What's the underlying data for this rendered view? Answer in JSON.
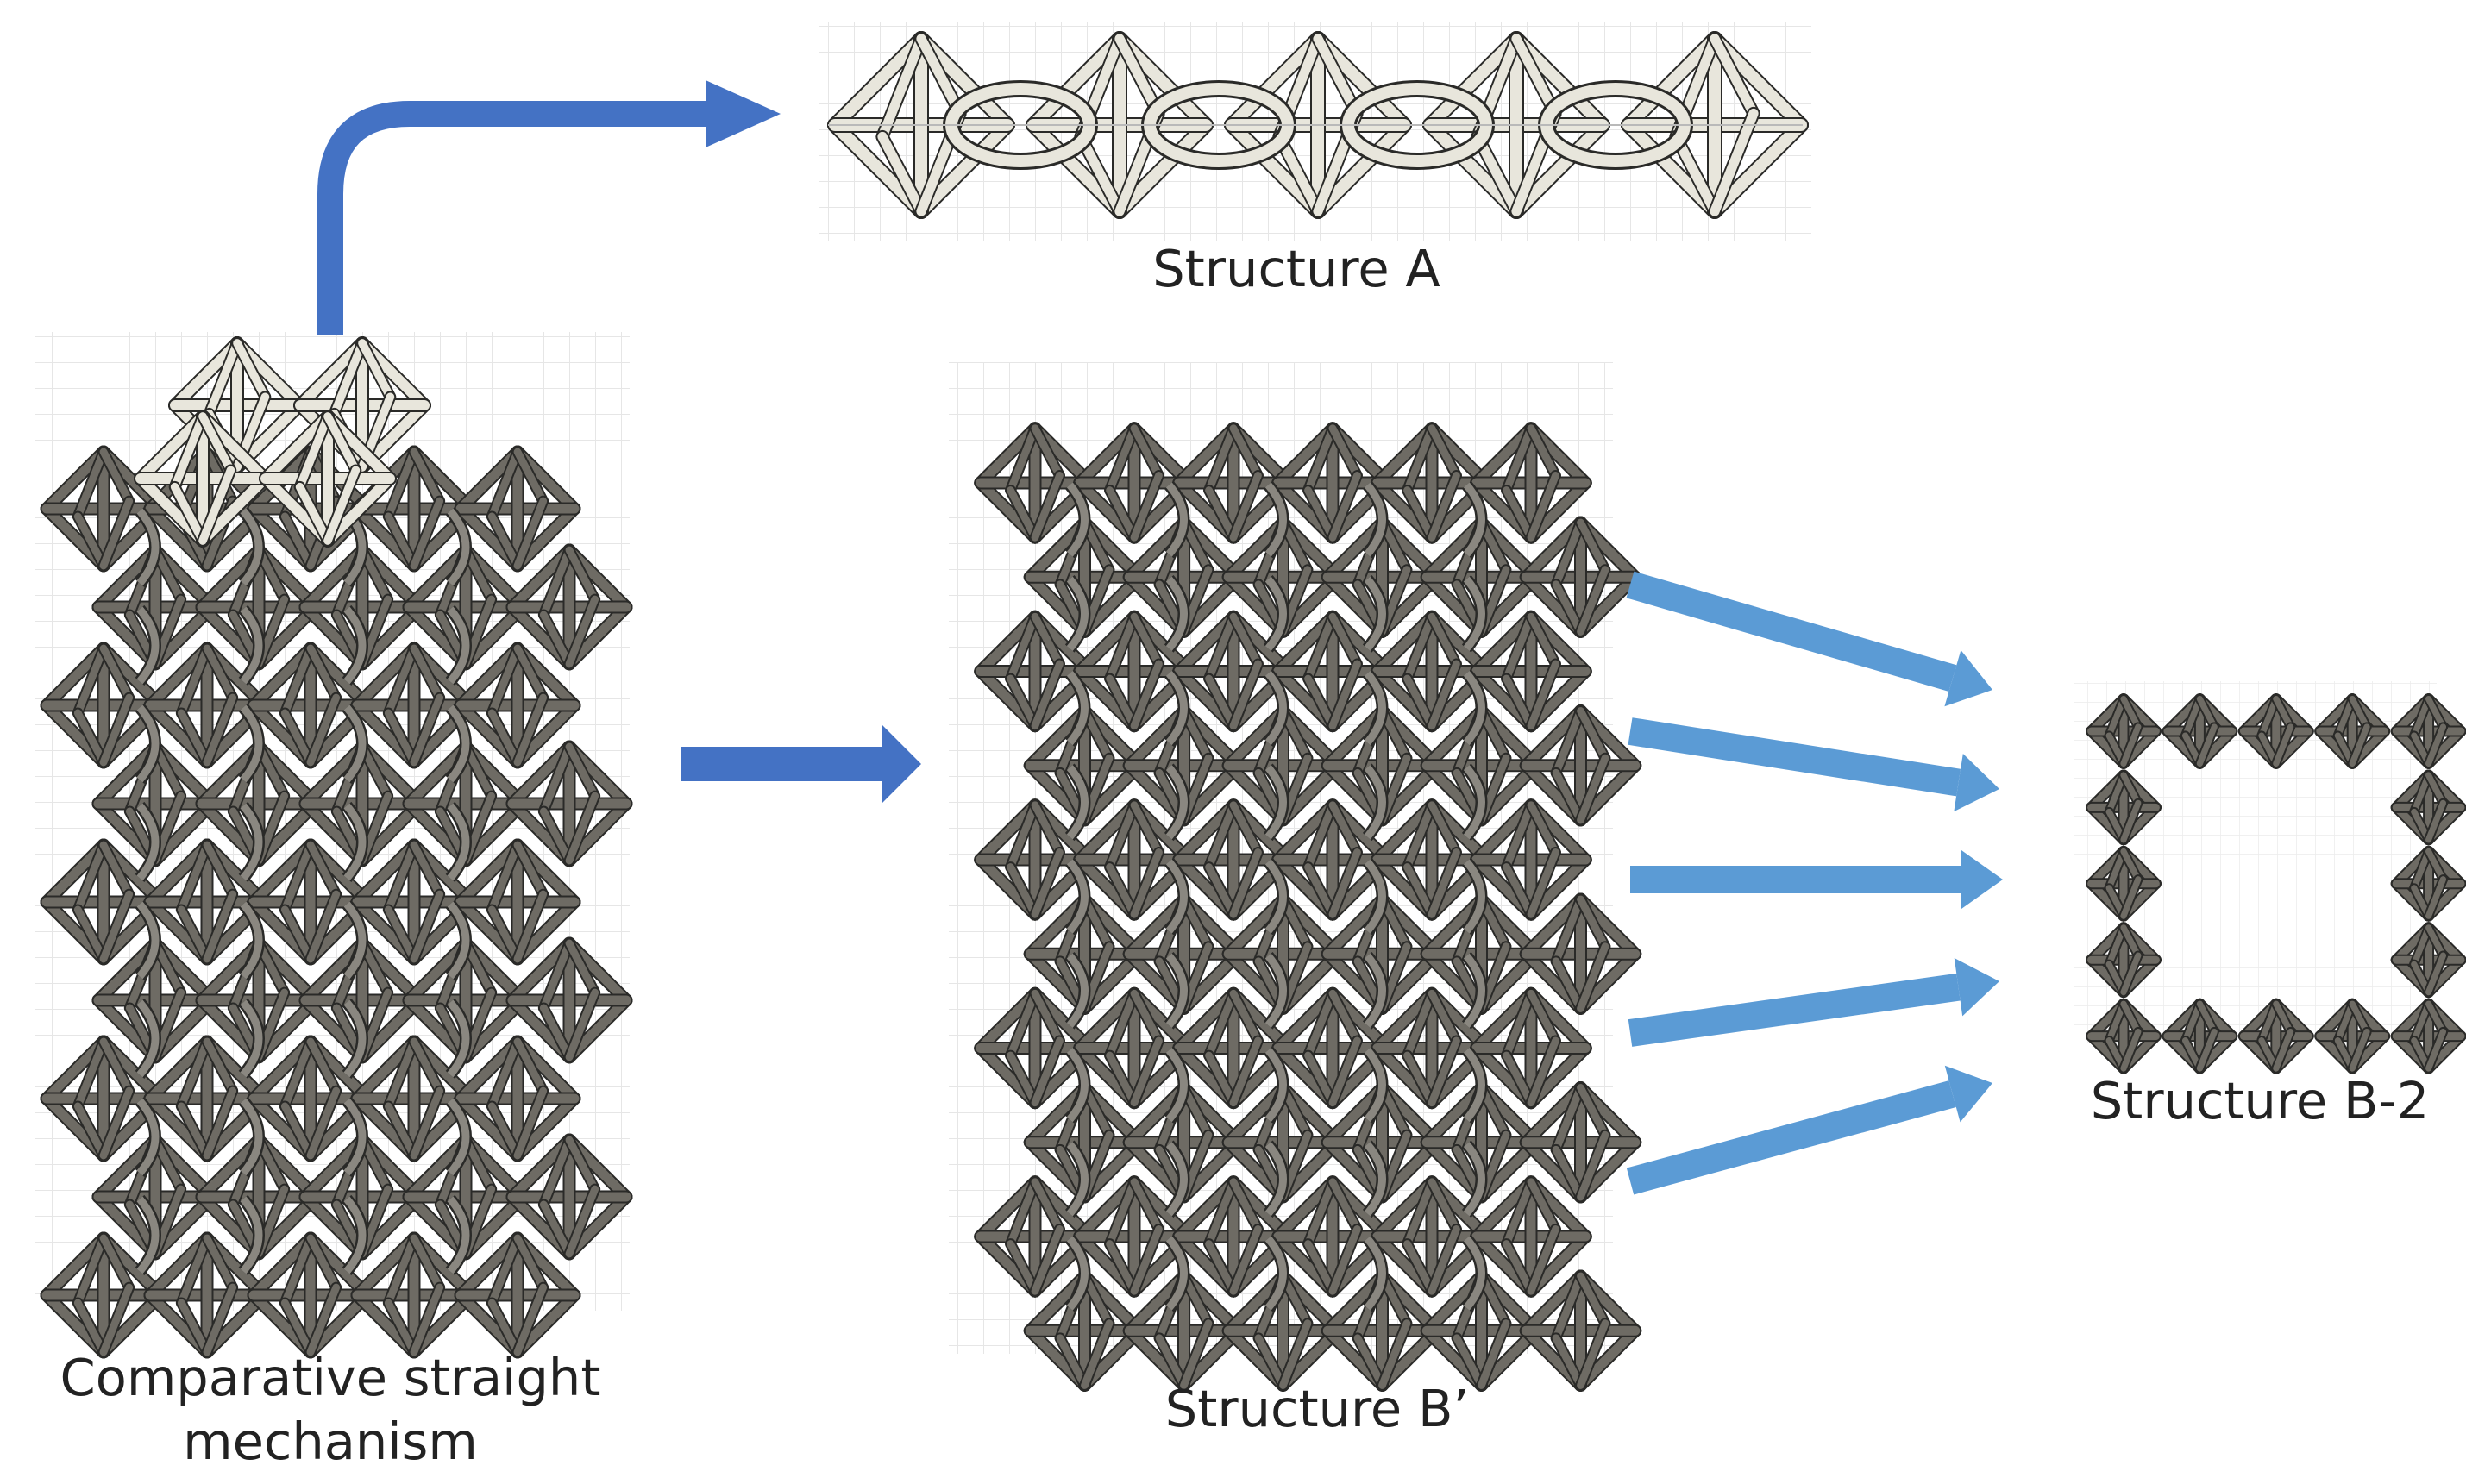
{
  "captions": {
    "structure_a": "Structure A",
    "comparative_line1": "Comparative straight",
    "comparative_line2": "mechanism",
    "structure_b_prime": "Structure B’",
    "structure_b2": "Structure B-2"
  },
  "colors": {
    "arrow_dark_blue": "#4472c4",
    "arrow_light_blue": "#5b9bd5",
    "lattice_gray": "#6e6b64",
    "lattice_light": "#e8e6dc",
    "grid_line": "#e4e4e4",
    "text": "#222222"
  }
}
